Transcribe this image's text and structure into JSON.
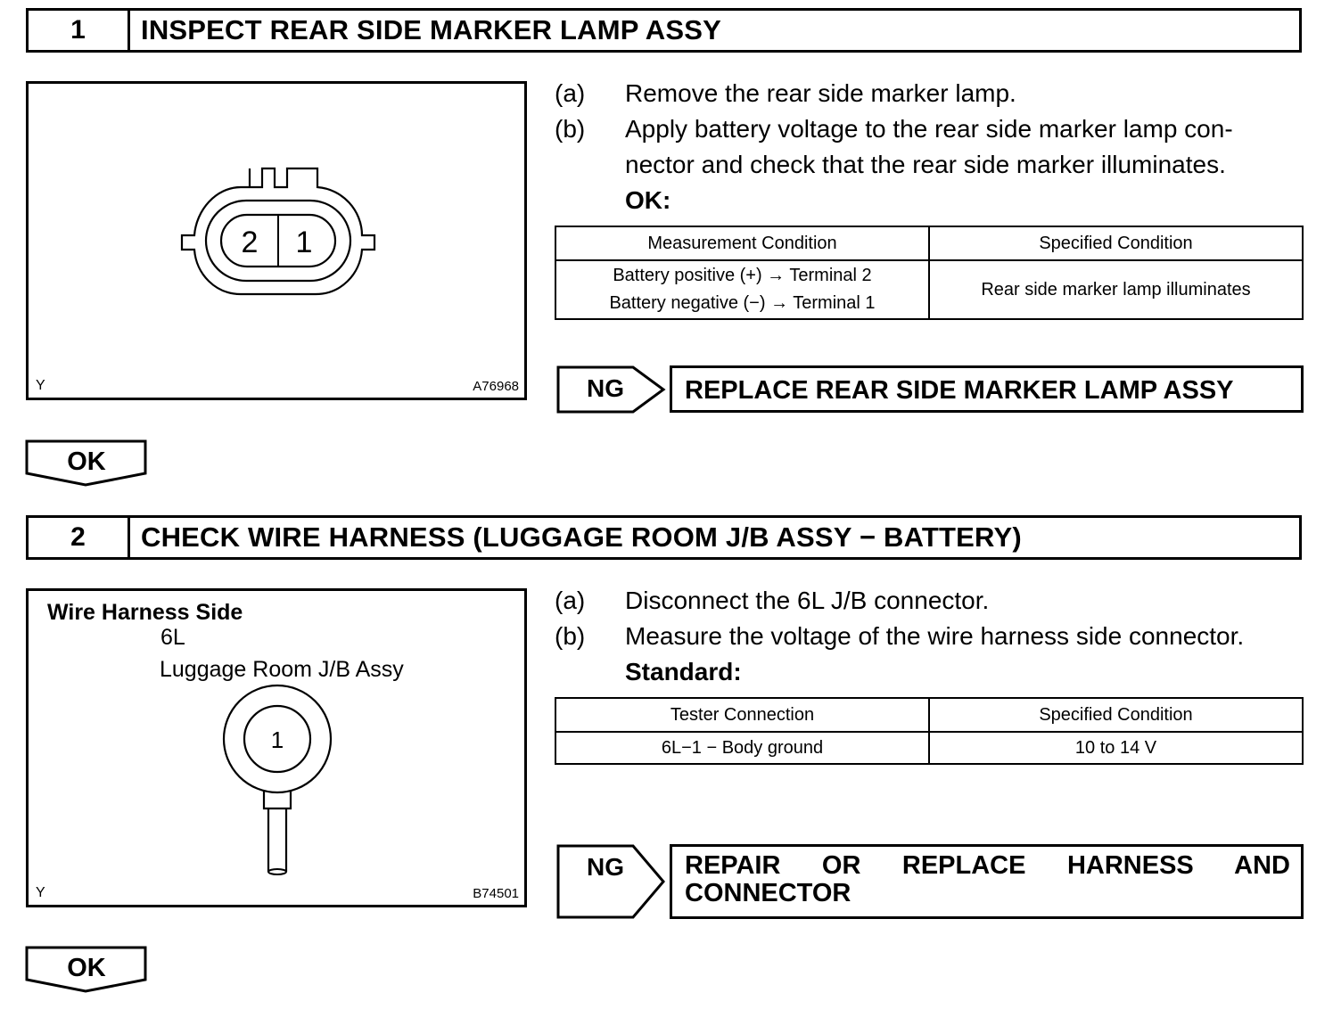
{
  "steps": [
    {
      "number": "1",
      "title": "INSPECT REAR SIDE MARKER LAMP ASSY",
      "illustration": {
        "corner_left": "Y",
        "image_id": "A76968",
        "terminal_labels": [
          "2",
          "1"
        ]
      },
      "instructions": [
        {
          "label": "(a)",
          "text": "Remove the rear side marker lamp."
        },
        {
          "label": "(b)",
          "text": "Apply battery voltage to the rear side marker lamp con- nector and check that the rear side marker illuminates."
        }
      ],
      "result_heading": "OK:",
      "table": {
        "headers": [
          "Measurement Condition",
          "Specified Condition"
        ],
        "rows": [
          {
            "condition_lines": [
              "Battery positive (+) → Terminal 2",
              "Battery negative (−) → Terminal 1"
            ],
            "specified": "Rear side marker lamp illuminates"
          }
        ]
      },
      "ng": {
        "label": "NG",
        "action": "REPLACE REAR SIDE MARKER LAMP ASSY"
      },
      "ok_label": "OK"
    },
    {
      "number": "2",
      "title": "CHECK WIRE HARNESS (LUGGAGE ROOM J/B ASSY − BATTERY)",
      "illustration": {
        "side_label": "Wire Harness Side",
        "connector_code": "6L",
        "connector_name": "Luggage Room J/B Assy",
        "terminal_labels": [
          "1"
        ],
        "corner_left": "Y",
        "image_id": "B74501"
      },
      "instructions": [
        {
          "label": "(a)",
          "text": "Disconnect the 6L J/B connector."
        },
        {
          "label": "(b)",
          "text": "Measure the voltage of the wire harness side connector."
        }
      ],
      "result_heading": "Standard:",
      "table": {
        "headers": [
          "Tester Connection",
          "Specified Condition"
        ],
        "rows": [
          {
            "condition_lines": [
              "6L−1 − Body ground"
            ],
            "specified": "10 to 14 V"
          }
        ]
      },
      "ng": {
        "label": "NG",
        "action": "REPAIR OR REPLACE HARNESS AND CONNECTOR"
      },
      "ok_label": "OK"
    }
  ]
}
